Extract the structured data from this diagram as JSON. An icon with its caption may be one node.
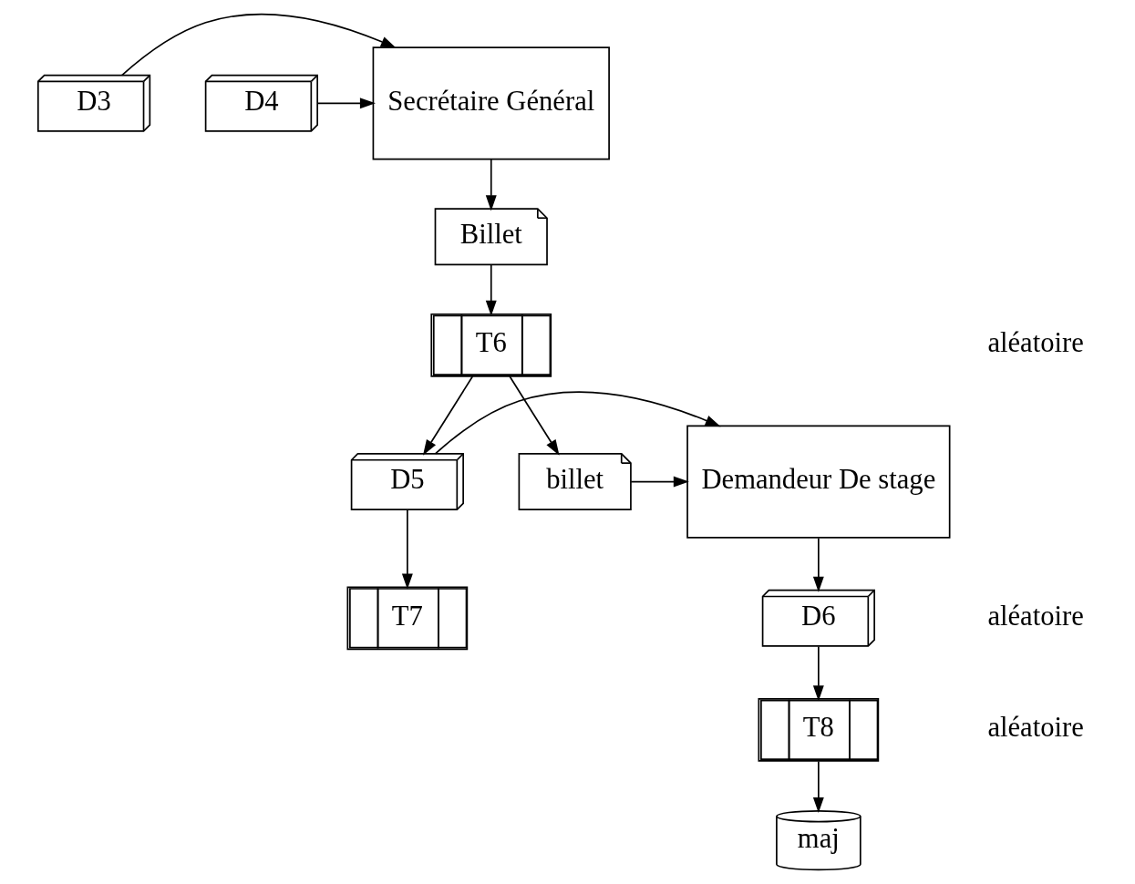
{
  "diagram": {
    "nodes": [
      {
        "text": [
          "D3"
        ]
      },
      {
        "text": [
          "D4"
        ]
      },
      {
        "text": [
          "Secrétaire Général"
        ]
      },
      {
        "text": [
          "Billet"
        ]
      },
      {
        "text": [
          "T6"
        ]
      },
      {
        "text": [
          "D5"
        ]
      },
      {
        "text": [
          "billet"
        ]
      },
      {
        "text": [
          "Demandeur De stage"
        ]
      },
      {
        "text": [
          "T7"
        ]
      },
      {
        "text": [
          "D6"
        ]
      },
      {
        "text": [
          "T8"
        ]
      },
      {
        "text": [
          "maj"
        ]
      }
    ],
    "edges": [
      {
        "from": 1,
        "to": 2,
        "arrow": "to"
      },
      {
        "from": 0,
        "to": 2,
        "arrow": "to"
      },
      {
        "from": 2,
        "to": 3,
        "arrow": "to"
      },
      {
        "from": 3,
        "to": 4,
        "arrow": "to"
      },
      {
        "from": 4,
        "to": 5,
        "arrow": "to"
      },
      {
        "from": 4,
        "to": 6,
        "arrow": "to"
      },
      {
        "from": 5,
        "to": 8,
        "arrow": "to"
      },
      {
        "from": 5,
        "to": 7,
        "arrow": "to"
      },
      {
        "from": 6,
        "to": 7,
        "arrow": "to"
      },
      {
        "from": 7,
        "to": 9,
        "arrow": "to"
      },
      {
        "from": 9,
        "to": 10,
        "arrow": "to"
      },
      {
        "from": 10,
        "to": 11,
        "arrow": "to"
      }
    ],
    "labels": [
      "aléatoire",
      "aléatoire",
      "aléatoire"
    ]
  }
}
